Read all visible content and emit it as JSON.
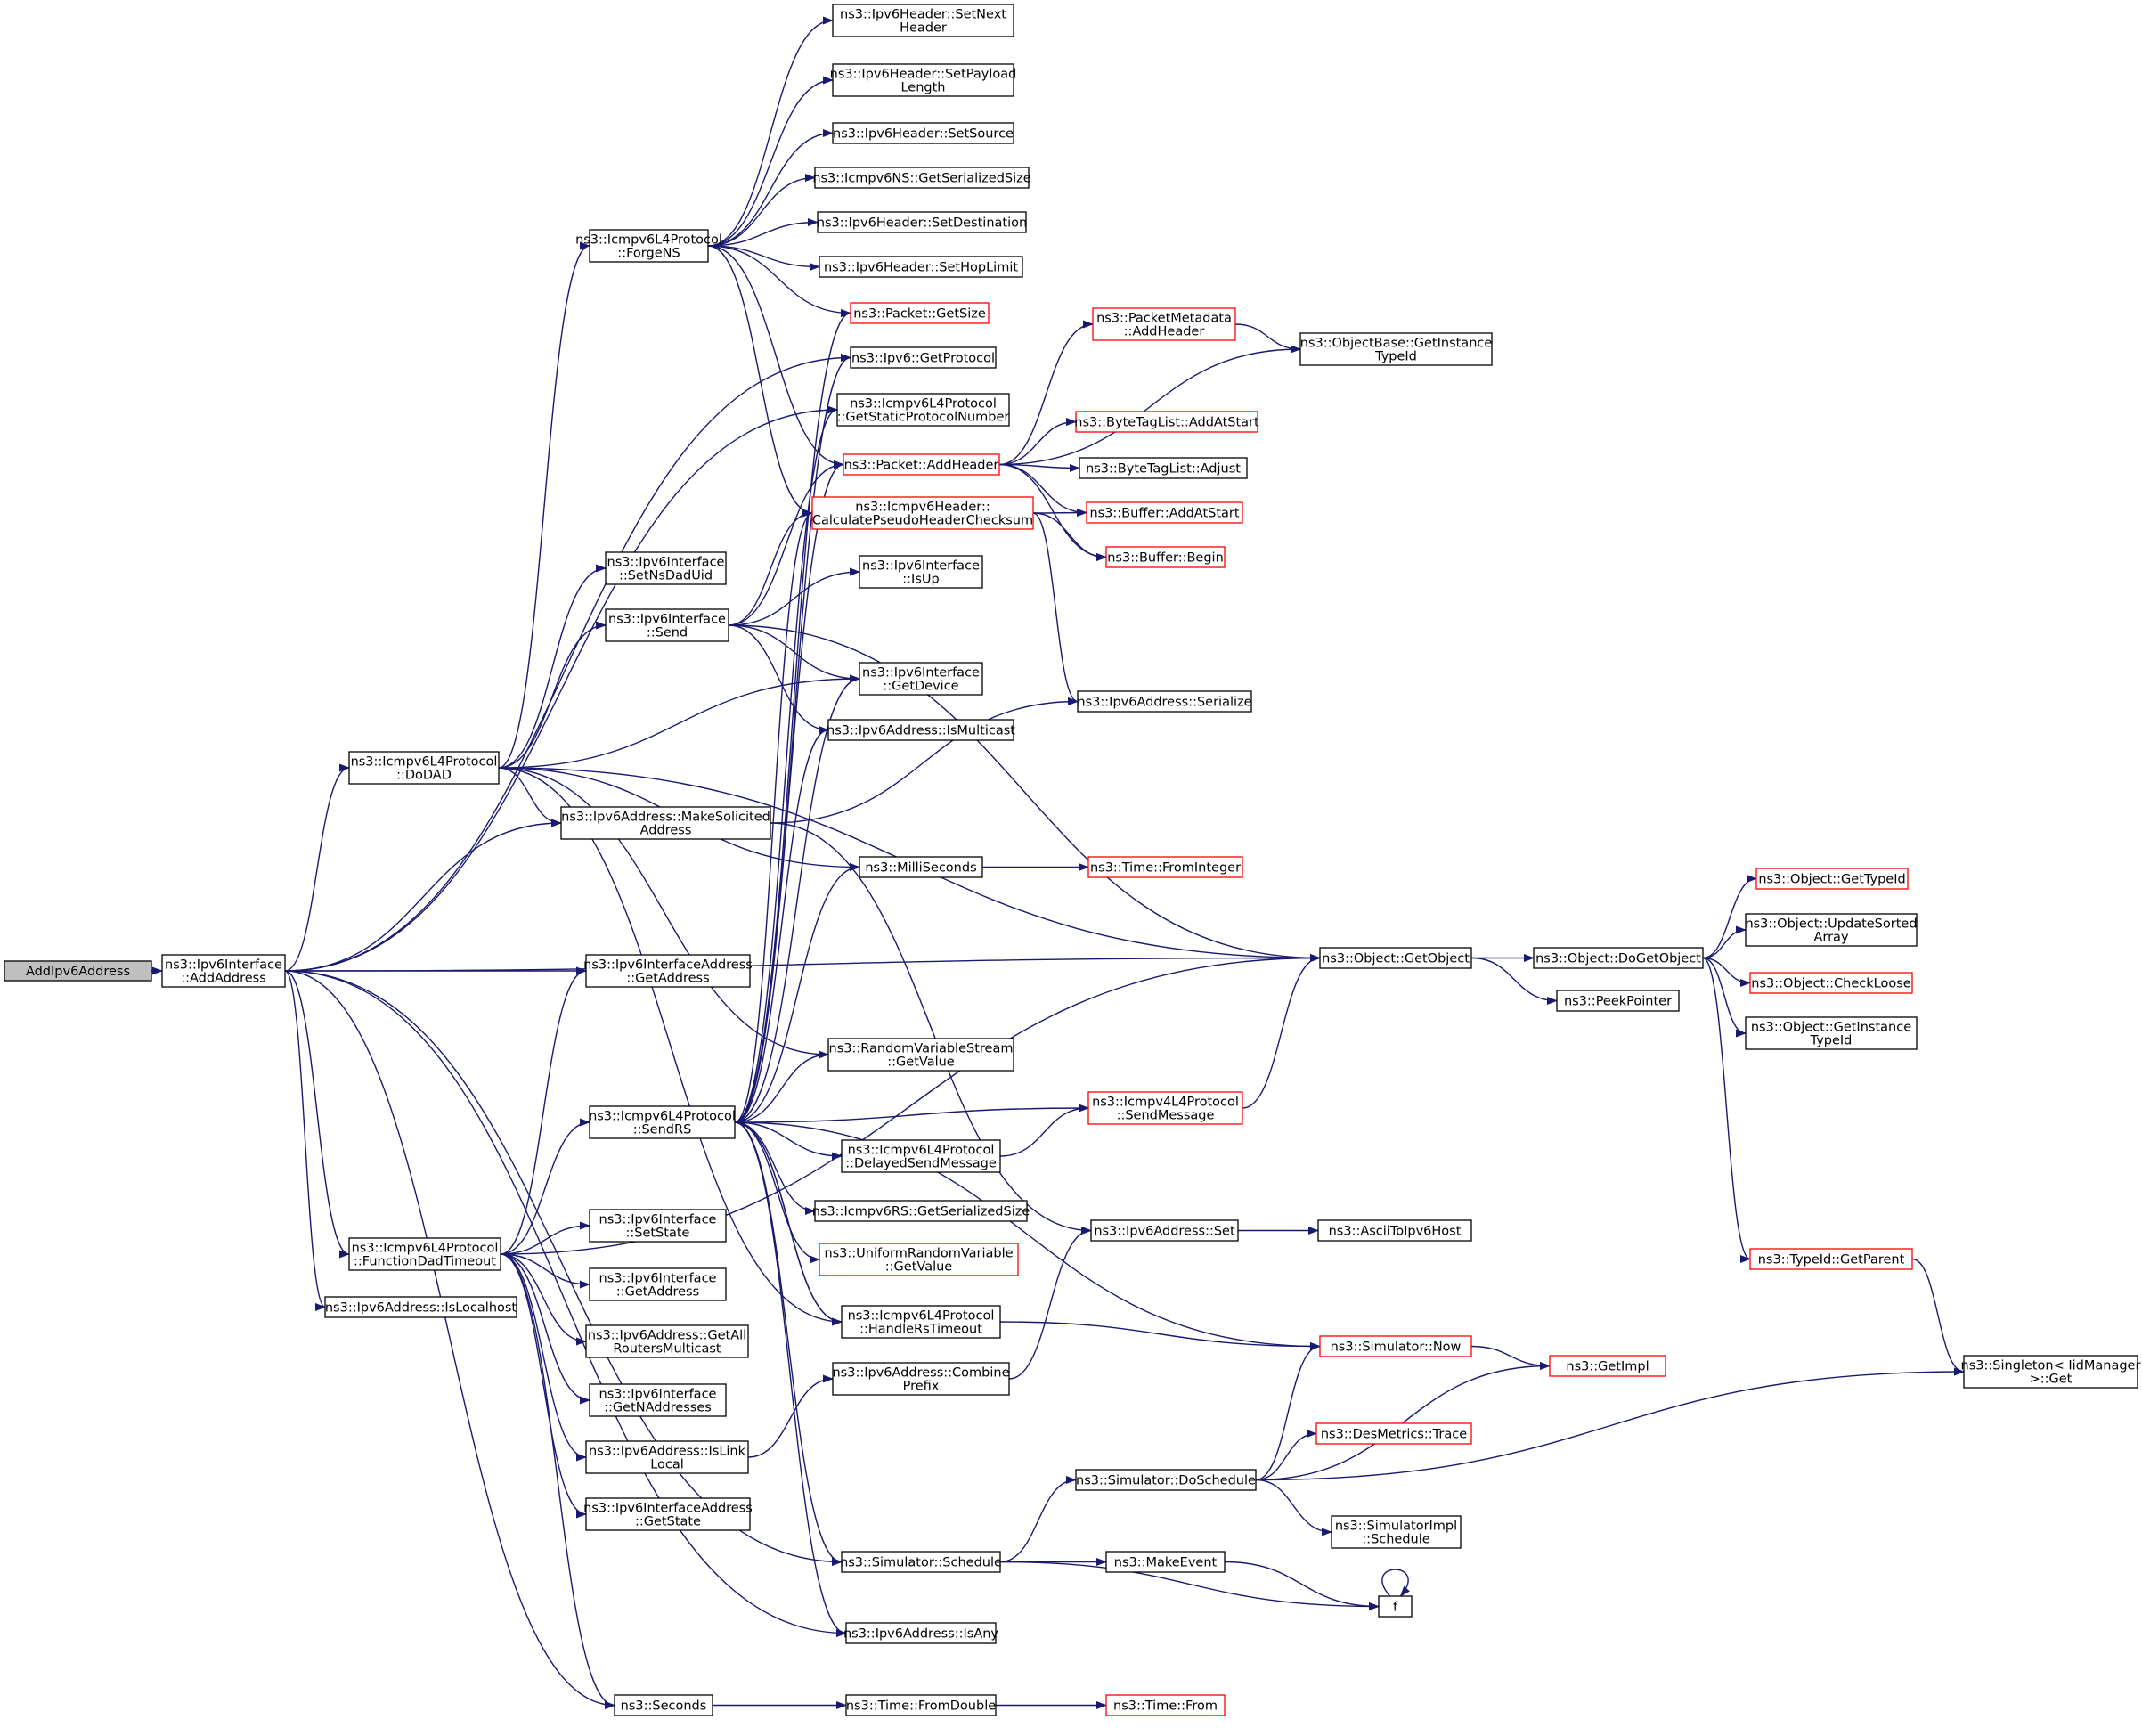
{
  "colors": {
    "edge": "#191970",
    "box_black": "#000000",
    "box_red": "#ff0000",
    "root_fill": "#bfbfbf",
    "background": "#ffffff"
  },
  "nodes": [
    {
      "id": "n0",
      "lines": [
        "AddIpv6Address"
      ],
      "style": "root"
    },
    {
      "id": "n1",
      "lines": [
        "ns3::Ipv6Interface",
        "::AddAddress"
      ],
      "style": "black"
    },
    {
      "id": "n2",
      "lines": [
        "ns3::Icmpv6L4Protocol",
        "::DoDAD"
      ],
      "style": "black"
    },
    {
      "id": "n3",
      "lines": [
        "ns3::Icmpv6L4Protocol",
        "::FunctionDadTimeout"
      ],
      "style": "black"
    },
    {
      "id": "n4",
      "lines": [
        "ns3::Ipv6Address::IsLocalhost"
      ],
      "style": "black"
    },
    {
      "id": "n5",
      "lines": [
        "ns3::Icmpv6L4Protocol",
        "::ForgeNS"
      ],
      "style": "black"
    },
    {
      "id": "n6",
      "lines": [
        "ns3::Ipv6Interface",
        "::SetNsDadUid"
      ],
      "style": "black"
    },
    {
      "id": "n7",
      "lines": [
        "ns3::Ipv6Interface",
        "::Send"
      ],
      "style": "black"
    },
    {
      "id": "n8",
      "lines": [
        "ns3::Ipv6Address::MakeSolicited",
        "Address"
      ],
      "style": "black"
    },
    {
      "id": "n9",
      "lines": [
        "ns3::Ipv6InterfaceAddress",
        "::GetAddress"
      ],
      "style": "black"
    },
    {
      "id": "n10",
      "lines": [
        "ns3::Icmpv6L4Protocol",
        "::SendRS"
      ],
      "style": "black"
    },
    {
      "id": "n11",
      "lines": [
        "ns3::Ipv6Interface",
        "::SetState"
      ],
      "style": "black"
    },
    {
      "id": "n12",
      "lines": [
        "ns3::Ipv6Interface",
        "::GetAddress"
      ],
      "style": "black"
    },
    {
      "id": "n13",
      "lines": [
        "ns3::Ipv6Address::GetAll",
        "RoutersMulticast"
      ],
      "style": "black"
    },
    {
      "id": "n14",
      "lines": [
        "ns3::Ipv6Interface",
        "::GetNAddresses"
      ],
      "style": "black"
    },
    {
      "id": "n15",
      "lines": [
        "ns3::Ipv6Address::IsLink",
        "Local"
      ],
      "style": "black"
    },
    {
      "id": "n16",
      "lines": [
        "ns3::Ipv6InterfaceAddress",
        "::GetState"
      ],
      "style": "black"
    },
    {
      "id": "n17",
      "lines": [
        "ns3::Seconds"
      ],
      "style": "black"
    },
    {
      "id": "n18",
      "lines": [
        "ns3::Ipv6Header::SetNext",
        "Header"
      ],
      "style": "black"
    },
    {
      "id": "n19",
      "lines": [
        "ns3::Ipv6Header::SetPayload",
        "Length"
      ],
      "style": "black"
    },
    {
      "id": "n20",
      "lines": [
        "ns3::Ipv6Header::SetSource"
      ],
      "style": "black"
    },
    {
      "id": "n21",
      "lines": [
        "ns3::Icmpv6NS::GetSerializedSize"
      ],
      "style": "black"
    },
    {
      "id": "n22",
      "lines": [
        "ns3::Ipv6Header::SetDestination"
      ],
      "style": "black"
    },
    {
      "id": "n23",
      "lines": [
        "ns3::Ipv6Header::SetHopLimit"
      ],
      "style": "black"
    },
    {
      "id": "n24",
      "lines": [
        "ns3::Packet::GetSize"
      ],
      "style": "red"
    },
    {
      "id": "n25",
      "lines": [
        "ns3::Ipv6::GetProtocol"
      ],
      "style": "black"
    },
    {
      "id": "n26",
      "lines": [
        "ns3::Icmpv6L4Protocol",
        "::GetStaticProtocolNumber"
      ],
      "style": "black"
    },
    {
      "id": "n27",
      "lines": [
        "ns3::Packet::AddHeader"
      ],
      "style": "red"
    },
    {
      "id": "n28",
      "lines": [
        "ns3::Icmpv6Header::",
        "CalculatePseudoHeaderChecksum"
      ],
      "style": "red"
    },
    {
      "id": "n29",
      "lines": [
        "ns3::Ipv6Interface",
        "::IsUp"
      ],
      "style": "black"
    },
    {
      "id": "n30",
      "lines": [
        "ns3::Ipv6Interface",
        "::GetDevice"
      ],
      "style": "black"
    },
    {
      "id": "n31",
      "lines": [
        "ns3::Ipv6Address::IsMulticast"
      ],
      "style": "black"
    },
    {
      "id": "n32",
      "lines": [
        "ns3::MilliSeconds"
      ],
      "style": "black"
    },
    {
      "id": "n33",
      "lines": [
        "ns3::RandomVariableStream",
        "::GetValue"
      ],
      "style": "black"
    },
    {
      "id": "n34",
      "lines": [
        "ns3::Icmpv6L4Protocol",
        "::DelayedSendMessage"
      ],
      "style": "black"
    },
    {
      "id": "n35",
      "lines": [
        "ns3::Icmpv6RS::GetSerializedSize"
      ],
      "style": "black"
    },
    {
      "id": "n36",
      "lines": [
        "ns3::UniformRandomVariable",
        "::GetValue"
      ],
      "style": "red"
    },
    {
      "id": "n37",
      "lines": [
        "ns3::Icmpv6L4Protocol",
        "::HandleRsTimeout"
      ],
      "style": "black"
    },
    {
      "id": "n38",
      "lines": [
        "ns3::Ipv6Address::Combine",
        "Prefix"
      ],
      "style": "black"
    },
    {
      "id": "n39",
      "lines": [
        "ns3::Simulator::Schedule"
      ],
      "style": "black"
    },
    {
      "id": "n40",
      "lines": [
        "ns3::Ipv6Address::IsAny"
      ],
      "style": "black"
    },
    {
      "id": "n41",
      "lines": [
        "ns3::Time::FromDouble"
      ],
      "style": "black"
    },
    {
      "id": "n42",
      "lines": [
        "ns3::PacketMetadata",
        "::AddHeader"
      ],
      "style": "red"
    },
    {
      "id": "n43",
      "lines": [
        "ns3::ByteTagList::AddAtStart"
      ],
      "style": "red"
    },
    {
      "id": "n44",
      "lines": [
        "ns3::ByteTagList::Adjust"
      ],
      "style": "black"
    },
    {
      "id": "n45",
      "lines": [
        "ns3::Buffer::AddAtStart"
      ],
      "style": "red"
    },
    {
      "id": "n46",
      "lines": [
        "ns3::Buffer::Begin"
      ],
      "style": "red"
    },
    {
      "id": "n47",
      "lines": [
        "ns3::Ipv6Address::Serialize"
      ],
      "style": "black"
    },
    {
      "id": "n48",
      "lines": [
        "ns3::Time::FromInteger"
      ],
      "style": "red"
    },
    {
      "id": "n49",
      "lines": [
        "ns3::Icmpv4L4Protocol",
        "::SendMessage"
      ],
      "style": "red"
    },
    {
      "id": "n50",
      "lines": [
        "ns3::Ipv6Address::Set"
      ],
      "style": "black"
    },
    {
      "id": "n51",
      "lines": [
        "ns3::Simulator::DoSchedule"
      ],
      "style": "black"
    },
    {
      "id": "n52",
      "lines": [
        "ns3::MakeEvent"
      ],
      "style": "black"
    },
    {
      "id": "n53",
      "lines": [
        "ns3::Time::From"
      ],
      "style": "red"
    },
    {
      "id": "n54",
      "lines": [
        "ns3::ObjectBase::GetInstance",
        "TypeId"
      ],
      "style": "black"
    },
    {
      "id": "n55",
      "lines": [
        "ns3::Object::GetObject"
      ],
      "style": "black"
    },
    {
      "id": "n56",
      "lines": [
        "ns3::AsciiToIpv6Host"
      ],
      "style": "black"
    },
    {
      "id": "n57",
      "lines": [
        "ns3::Simulator::Now"
      ],
      "style": "red"
    },
    {
      "id": "n58",
      "lines": [
        "ns3::DesMetrics::Trace"
      ],
      "style": "red"
    },
    {
      "id": "n59",
      "lines": [
        "ns3::SimulatorImpl",
        "::Schedule"
      ],
      "style": "black"
    },
    {
      "id": "n60",
      "lines": [
        "f"
      ],
      "style": "black"
    },
    {
      "id": "n61",
      "lines": [
        "ns3::Object::DoGetObject"
      ],
      "style": "black"
    },
    {
      "id": "n62",
      "lines": [
        "ns3::PeekPointer"
      ],
      "style": "black"
    },
    {
      "id": "n63",
      "lines": [
        "ns3::GetImpl"
      ],
      "style": "red"
    },
    {
      "id": "n64",
      "lines": [
        "ns3::Object::GetTypeId"
      ],
      "style": "red"
    },
    {
      "id": "n65",
      "lines": [
        "ns3::Object::UpdateSorted",
        "Array"
      ],
      "style": "black"
    },
    {
      "id": "n66",
      "lines": [
        "ns3::Object::CheckLoose"
      ],
      "style": "red"
    },
    {
      "id": "n67",
      "lines": [
        "ns3::Object::GetInstance",
        "TypeId"
      ],
      "style": "black"
    },
    {
      "id": "n68",
      "lines": [
        "ns3::TypeId::GetParent"
      ],
      "style": "red"
    },
    {
      "id": "n69",
      "lines": [
        "ns3::Singleton< IidManager",
        ">::Get"
      ],
      "style": "black"
    }
  ],
  "edges": [
    [
      "n0",
      "n1"
    ],
    [
      "n1",
      "n2"
    ],
    [
      "n1",
      "n3"
    ],
    [
      "n1",
      "n4"
    ],
    [
      "n1",
      "n25"
    ],
    [
      "n1",
      "n26"
    ],
    [
      "n1",
      "n8"
    ],
    [
      "n1",
      "n9"
    ],
    [
      "n1",
      "n55"
    ],
    [
      "n1",
      "n39"
    ],
    [
      "n1",
      "n40"
    ],
    [
      "n1",
      "n17"
    ],
    [
      "n2",
      "n5"
    ],
    [
      "n2",
      "n6"
    ],
    [
      "n2",
      "n7"
    ],
    [
      "n2",
      "n30"
    ],
    [
      "n2",
      "n8"
    ],
    [
      "n2",
      "n32"
    ],
    [
      "n2",
      "n33"
    ],
    [
      "n2",
      "n55"
    ],
    [
      "n2",
      "n37"
    ],
    [
      "n3",
      "n10"
    ],
    [
      "n3",
      "n9"
    ],
    [
      "n3",
      "n55"
    ],
    [
      "n3",
      "n11"
    ],
    [
      "n3",
      "n12"
    ],
    [
      "n3",
      "n13"
    ],
    [
      "n3",
      "n14"
    ],
    [
      "n3",
      "n15"
    ],
    [
      "n3",
      "n16"
    ],
    [
      "n3",
      "n17"
    ],
    [
      "n5",
      "n18"
    ],
    [
      "n5",
      "n19"
    ],
    [
      "n5",
      "n20"
    ],
    [
      "n5",
      "n21"
    ],
    [
      "n5",
      "n22"
    ],
    [
      "n5",
      "n23"
    ],
    [
      "n5",
      "n24"
    ],
    [
      "n5",
      "n27"
    ],
    [
      "n5",
      "n28"
    ],
    [
      "n7",
      "n29"
    ],
    [
      "n7",
      "n27"
    ],
    [
      "n7",
      "n28"
    ],
    [
      "n7",
      "n30"
    ],
    [
      "n7",
      "n31"
    ],
    [
      "n7",
      "n55"
    ],
    [
      "n8",
      "n47"
    ],
    [
      "n8",
      "n50"
    ],
    [
      "n10",
      "n24"
    ],
    [
      "n10",
      "n25"
    ],
    [
      "n10",
      "n26"
    ],
    [
      "n10",
      "n27"
    ],
    [
      "n10",
      "n28"
    ],
    [
      "n10",
      "n30"
    ],
    [
      "n10",
      "n31"
    ],
    [
      "n10",
      "n32"
    ],
    [
      "n10",
      "n33"
    ],
    [
      "n10",
      "n49"
    ],
    [
      "n10",
      "n34"
    ],
    [
      "n10",
      "n35"
    ],
    [
      "n10",
      "n36"
    ],
    [
      "n10",
      "n37"
    ],
    [
      "n10",
      "n39"
    ],
    [
      "n10",
      "n40"
    ],
    [
      "n10",
      "n57"
    ],
    [
      "n15",
      "n38"
    ],
    [
      "n17",
      "n41"
    ],
    [
      "n27",
      "n42"
    ],
    [
      "n27",
      "n54"
    ],
    [
      "n27",
      "n43"
    ],
    [
      "n27",
      "n44"
    ],
    [
      "n27",
      "n45"
    ],
    [
      "n27",
      "n46"
    ],
    [
      "n28",
      "n45"
    ],
    [
      "n28",
      "n46"
    ],
    [
      "n28",
      "n47"
    ],
    [
      "n32",
      "n48"
    ],
    [
      "n34",
      "n49"
    ],
    [
      "n37",
      "n10"
    ],
    [
      "n37",
      "n57"
    ],
    [
      "n38",
      "n50"
    ],
    [
      "n39",
      "n51"
    ],
    [
      "n39",
      "n52"
    ],
    [
      "n39",
      "n60"
    ],
    [
      "n41",
      "n53"
    ],
    [
      "n42",
      "n54"
    ],
    [
      "n49",
      "n55"
    ],
    [
      "n50",
      "n56"
    ],
    [
      "n51",
      "n57"
    ],
    [
      "n51",
      "n58"
    ],
    [
      "n51",
      "n59"
    ],
    [
      "n51",
      "n63"
    ],
    [
      "n51",
      "n69"
    ],
    [
      "n52",
      "n60"
    ],
    [
      "n55",
      "n61"
    ],
    [
      "n55",
      "n62"
    ],
    [
      "n57",
      "n63"
    ],
    [
      "n60",
      "n60"
    ],
    [
      "n61",
      "n64"
    ],
    [
      "n61",
      "n65"
    ],
    [
      "n61",
      "n66"
    ],
    [
      "n61",
      "n67"
    ],
    [
      "n61",
      "n68"
    ],
    [
      "n68",
      "n69"
    ]
  ]
}
